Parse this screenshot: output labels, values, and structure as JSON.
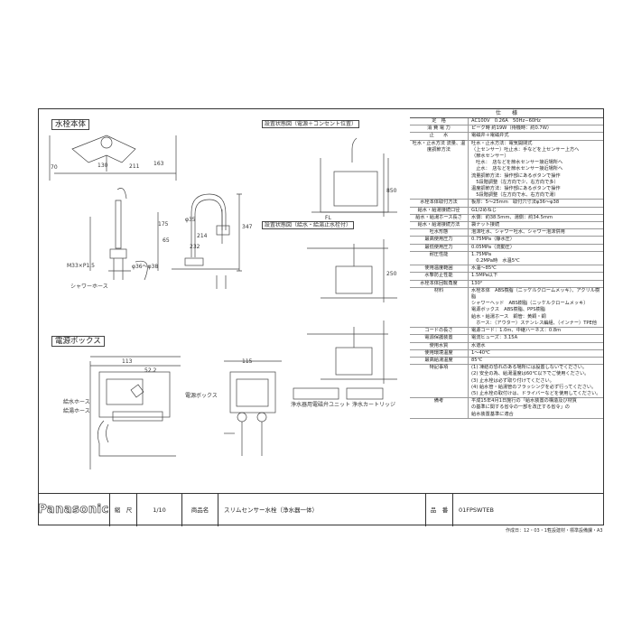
{
  "sections": {
    "faucet_body": "水栓本体",
    "power_box": "電源ボックス",
    "install_1": "設置状態図（電源＋コンセント位置）",
    "install_2": "設置状態図（給水・給湯止水栓付）"
  },
  "dims": {
    "d1": "130",
    "d2": "211",
    "d3": "70",
    "d4": "163",
    "d5": "347",
    "d6": "175",
    "d7": "214",
    "d8": "φ35",
    "d9": "φ36〜φ38",
    "d10": "M33×P1.5",
    "d11": "232",
    "d12": "65",
    "d13": "113",
    "d14": "52.2",
    "d15": "115",
    "d16": "850",
    "d17": "250"
  },
  "spec": {
    "header": "仕　　様",
    "rows": [
      {
        "k": "定　格",
        "v": "AC100V　0.26A　50Hz−60Hz"
      },
      {
        "k": "消 費 電 力",
        "v": "ピーク時 約19W（待機時：約0.7W）"
      },
      {
        "k": "止　　水",
        "v": "電磁弁＋電磁弁式"
      },
      {
        "k": "吐水・止水方法\n流量、温度調節方法",
        "v": "吐水・止水方法：電気開閉式\n（上センサー）吐止水：手などを上センサー上方へ\n（節水センサー）\n　吐水：　店などを節水センサー接近場所へ\n　止水：　店などを節水センサー接近場所へ\n流量調節方法：操作部にあるボタンで操作\n　5段階調整（左方向で少、右方向で多）\n温度調節方法：操作部にあるボタンで操作\n　5段階調整（左方向で水、右方向で湯）"
      },
      {
        "k": "水栓本体取付方法",
        "v": "板厚：5〜25mm　取付穴寸法φ36〜φ38"
      },
      {
        "k": "給水・給湯接続口径",
        "v": "G1/2めねじ"
      },
      {
        "k": "給水・給湯ホース長さ",
        "v": "水側：約38.5mm、湯側：約34.5mm"
      },
      {
        "k": "給水・給湯接続方法",
        "v": "袋ナット接続"
      },
      {
        "k": "吐水形態",
        "v": "泡沫吐水、シャワー吐水、シャワー泡沫併用"
      },
      {
        "k": "最高使用圧力",
        "v": "0.75MPa（静水圧）"
      },
      {
        "k": "最低使用圧力",
        "v": "0.05MPa（流動圧）"
      },
      {
        "k": "耐圧性能",
        "v": "1.75MPa\n　0.2MPa時　水温5℃"
      },
      {
        "k": "使用温度範囲",
        "v": "水温〜85℃"
      },
      {
        "k": "水撃防止性能",
        "v": "1.5MPa以下"
      },
      {
        "k": "水栓本体回転角度",
        "v": "130°"
      },
      {
        "k": "材料",
        "v": "水栓本体　ABS樹脂（ニッケルクロームメッキ）、アクリル樹脂\nシャワーヘッド　ABS樹脂（ニッケルクロームメッキ）\n電源ボックス　ABS樹脂、PPS樹脂\n給水・給湯ホース　銅管：黄銅・銅\n　ホース：（アウター）ステンレス編組、（インナー）TPE他"
      },
      {
        "k": "コードの長さ",
        "v": "電源コード：1.0m、中継ハーネス：0.8m"
      },
      {
        "k": "電源保護装置",
        "v": "電流ヒューズ：3.15A"
      },
      {
        "k": "使用水質",
        "v": "水道水"
      },
      {
        "k": "使用環境温度",
        "v": "1〜40℃"
      },
      {
        "k": "最高給湯温度",
        "v": "85℃"
      },
      {
        "k": "特記事項",
        "v": "(1) 凍結の恐れのある場所には設置しないでください。\n(2) 安全の為、給湯温度は60℃以下でご使用ください。\n(3) 止水栓は必ず取り付けてください。\n(4) 給水管・給湯管のフラッシングを必ず行ってください。\n(5) 止水栓の取付けは、ドライバーなどを使用してください。"
      },
      {
        "k": "備考",
        "v": "平成15年4月1日施行の「給水装置の構造及び材質\nの基準に関する省令の一部を改正する省令」の\n給水装置基準に適合"
      }
    ]
  },
  "title_block": {
    "logo": "Panasonic",
    "scale_label": "縮　尺",
    "scale_value": "1/10",
    "name_label": "商品名",
    "name_value": "スリムセンサー水栓（浄水器一体）",
    "model_label": "品　番",
    "model_value": "01FPSWTEB"
  },
  "footer": {
    "date": "作成日：12・03・17",
    "note": "住設建材・標準設備課・A3"
  },
  "labels": {
    "filter_unit": "浄水器用電磁弁ユニット",
    "filter_cart": "浄水カートリッジ",
    "shower_hose": "シャワーホース",
    "supply_hose": "給水ホース",
    "hot_hose": "給湯ホース",
    "power_box": "電源ボックス",
    "fl": "FL"
  }
}
